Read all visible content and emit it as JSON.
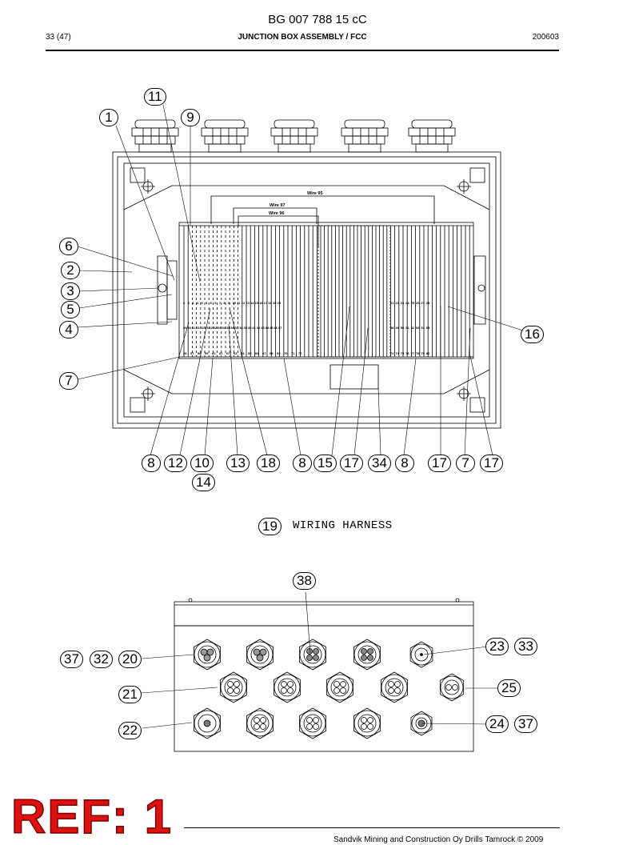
{
  "header": {
    "doc_code": "BG 007 788 15 cC",
    "page": "33 (47)",
    "title": "JUNCTION BOX ASSEMBLY / FCC",
    "date": "200603"
  },
  "top_drawing": {
    "wire_labels": [
      "Wire 95",
      "Wire 97",
      "Wire 96"
    ],
    "terminal_row_1_left": [
      "2",
      "3",
      "4",
      "4",
      "5",
      "5",
      "6",
      "6",
      "7",
      "8",
      "9",
      "10",
      "11",
      "12",
      "13",
      "14",
      "15",
      "16",
      "17",
      "18",
      "19",
      "20"
    ],
    "terminal_row_1_right": [
      "21",
      "22",
      "23",
      "24",
      "25",
      "26",
      "27",
      "28"
    ],
    "terminal_row_2_left": [
      "29",
      "30",
      "31",
      "31",
      "31",
      "31",
      "32",
      "32",
      "33",
      "34",
      "35",
      "36",
      "37",
      "38",
      "39",
      "40",
      "41",
      "42",
      "43",
      "44",
      "45",
      "46",
      "47"
    ],
    "terminal_row_2_right": [
      "48",
      "49",
      "50",
      "51",
      "52",
      "53",
      "54",
      "55"
    ],
    "terminal_row_3_left": [
      "28",
      "57",
      "58",
      "59",
      "60",
      "61",
      "62",
      "63",
      "64",
      "65",
      "66",
      "67",
      "68",
      "69",
      "70",
      "71",
      "72"
    ],
    "terminal_row_3_right": [
      "72",
      "74",
      "75",
      "76",
      "77",
      "78",
      "79",
      "80"
    ],
    "callouts": [
      "11",
      "1",
      "9",
      "6",
      "2",
      "3",
      "5",
      "4",
      "7",
      "16",
      "8",
      "12",
      "10",
      "14",
      "13",
      "18",
      "8",
      "15",
      "17",
      "34",
      "8",
      "17",
      "7",
      "17"
    ]
  },
  "harness_label": {
    "number": "19",
    "text": "WIRING HARNESS"
  },
  "bottom_drawing": {
    "callouts": [
      "38",
      "37",
      "32",
      "20",
      "21",
      "22",
      "23",
      "33",
      "25",
      "24",
      "37"
    ]
  },
  "stamp": "REF: 1",
  "footer": {
    "copyright": "Sandvik Mining and Construction Oy Drills Tamrock © 2009"
  },
  "colors": {
    "stamp": "#e01010",
    "line": "#000000",
    "fill_gray": "#c8c8c8"
  }
}
